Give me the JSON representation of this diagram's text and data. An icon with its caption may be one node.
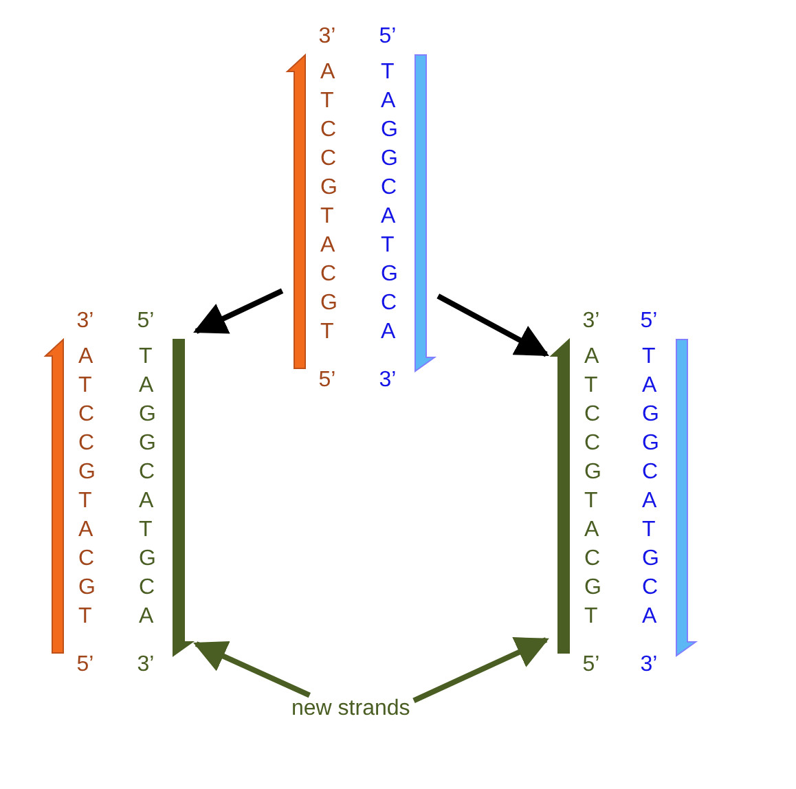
{
  "diagram": {
    "nodes": [
      {
        "text": [
          "3’",
          "A T C C G T A C G T",
          "5’"
        ]
      },
      {
        "text": [
          "5’",
          "T A G G C A T G C A",
          "3’"
        ]
      },
      {
        "text": [
          "3’",
          "A T C C G T A C G T",
          "5’"
        ]
      },
      {
        "text": [
          "5’",
          "T A G G C A T G C A",
          "3’"
        ]
      },
      {
        "text": [
          "3’",
          "A T C C G T A C G T",
          "5’"
        ]
      },
      {
        "text": [
          "5’",
          "T A G G C A T G C A",
          "3’"
        ]
      },
      {
        "text": [
          "new strands"
        ]
      }
    ],
    "edges": [
      {
        "from": 0,
        "to": 3,
        "arrow": "to"
      },
      {
        "from": 1,
        "to": 4,
        "arrow": "to"
      },
      {
        "from": 6,
        "to": 3,
        "arrow": "to",
        "color": "#4a5e23"
      },
      {
        "from": 6,
        "to": 4,
        "arrow": "to",
        "color": "#4a5e23"
      }
    ]
  }
}
